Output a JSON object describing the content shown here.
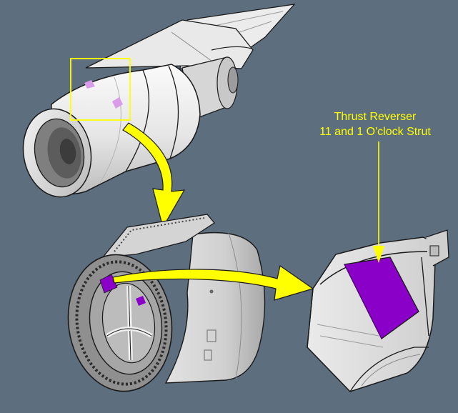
{
  "callout": {
    "line1": "Thrust Reverser",
    "line2": "11 and 1 O'clock Strut"
  },
  "colors": {
    "background": "#5d6e7e",
    "callout_text": "#ffff00",
    "arrow": "#ffff00",
    "highlight": "#8a00c8",
    "highlight_light": "#d99bea",
    "engine_body": "#eeeeee",
    "outline": "#1a1a1a"
  },
  "icons": [
    "yellow-arrow",
    "callout-leader-arrow",
    "zoom-box"
  ]
}
